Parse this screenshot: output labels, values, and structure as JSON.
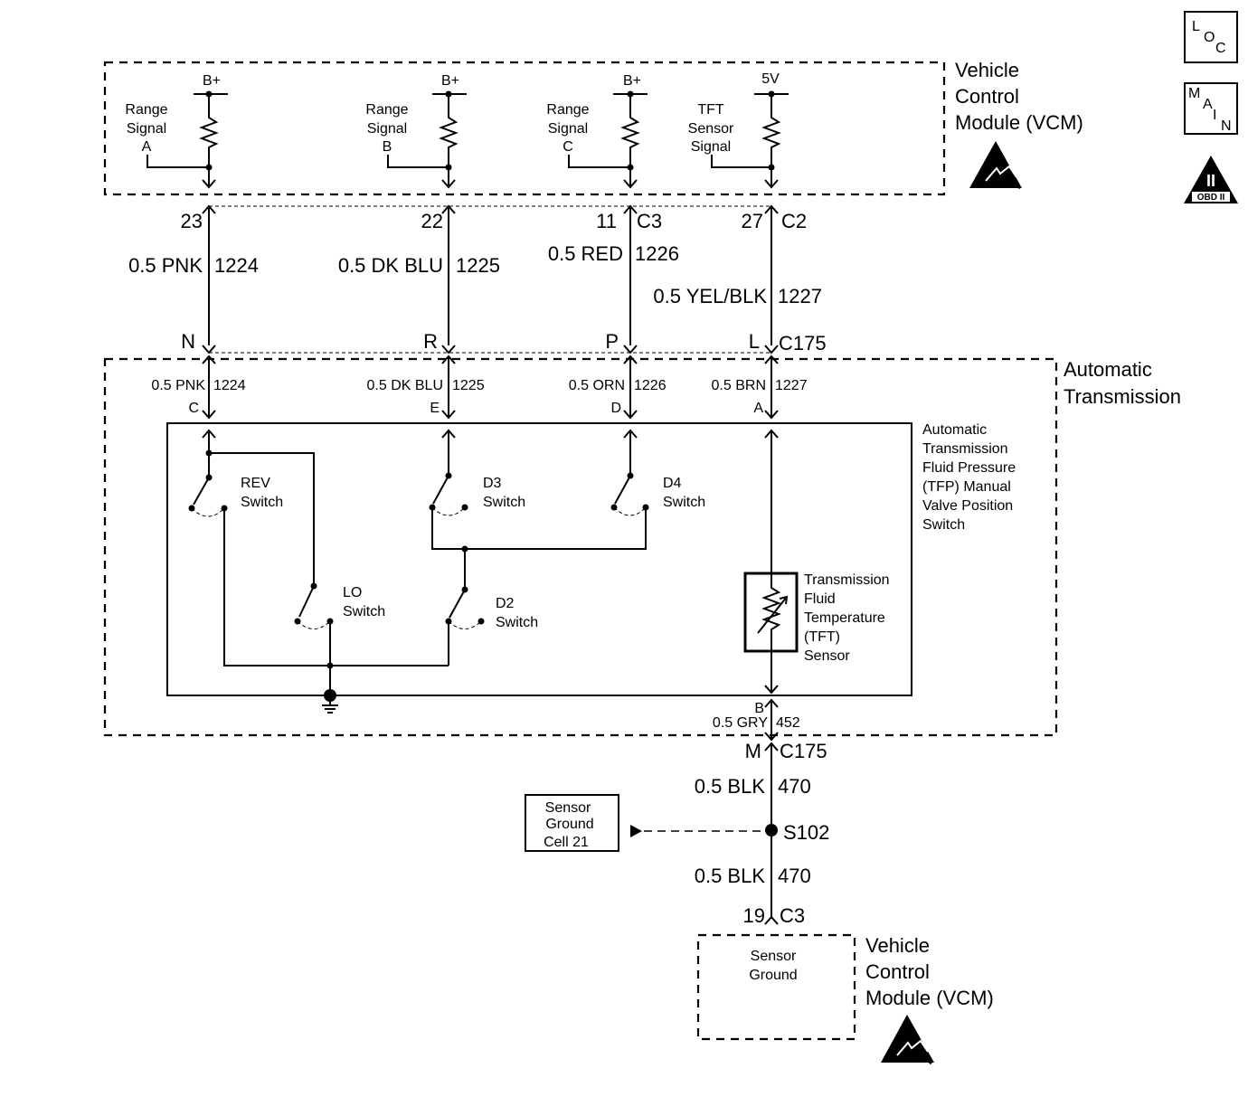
{
  "vcm_top": {
    "title": [
      "Vehicle",
      "Control",
      "Module (VCM)"
    ],
    "inputs": [
      {
        "label": [
          "Range",
          "Signal",
          "A"
        ],
        "supply": "B+"
      },
      {
        "label": [
          "Range",
          "Signal",
          "B"
        ],
        "supply": "B+"
      },
      {
        "label": [
          "Range",
          "Signal",
          "C"
        ],
        "supply": "B+"
      },
      {
        "label": [
          "TFT",
          "Sensor",
          "Signal"
        ],
        "supply": "5V"
      }
    ]
  },
  "vcm_connectors": [
    {
      "pin": "23",
      "connector": ""
    },
    {
      "pin": "22",
      "connector": ""
    },
    {
      "pin": "11",
      "connector": "C3"
    },
    {
      "pin": "27",
      "connector": "C2"
    }
  ],
  "harness_wires": [
    {
      "color": "0.5 PNK",
      "circuit": "1224"
    },
    {
      "color": "0.5 DK BLU",
      "circuit": "1225"
    },
    {
      "color": "0.5 RED",
      "circuit": "1226"
    },
    {
      "color": "0.5 YEL/BLK",
      "circuit": "1227"
    }
  ],
  "inline_connector": {
    "pins": [
      "N",
      "R",
      "P",
      "L"
    ],
    "name": "C175"
  },
  "transmission": {
    "title": [
      "Automatic",
      "Transmission"
    ],
    "wires": [
      {
        "color": "0.5 PNK",
        "circuit": "1224",
        "pin": "C"
      },
      {
        "color": "0.5 DK BLU",
        "circuit": "1225",
        "pin": "E"
      },
      {
        "color": "0.5 ORN",
        "circuit": "1226",
        "pin": "D"
      },
      {
        "color": "0.5 BRN",
        "circuit": "1227",
        "pin": "A"
      }
    ],
    "tfp_switch_label": [
      "Automatic",
      "Transmission",
      "Fluid Pressure",
      "(TFP) Manual",
      "Valve Position",
      "Switch"
    ],
    "switches": {
      "rev": [
        "REV",
        "Switch"
      ],
      "d3": [
        "D3",
        "Switch"
      ],
      "d4": [
        "D4",
        "Switch"
      ],
      "lo": [
        "LO",
        "Switch"
      ],
      "d2": [
        "D2",
        "Switch"
      ]
    },
    "tft_sensor_label": [
      "Transmission",
      "Fluid",
      "Temperature",
      "(TFT)",
      "Sensor"
    ],
    "ground_pin": "B",
    "ground_wire": {
      "color": "0.5 GRY",
      "circuit": "452"
    }
  },
  "ground_path": {
    "connector_pin": "M",
    "connector": "C175",
    "wire1": {
      "color": "0.5 BLK",
      "circuit": "470"
    },
    "splice": "S102",
    "wire2": {
      "color": "0.5 BLK",
      "circuit": "470"
    },
    "vcm_pin": "19",
    "vcm_connector": "C3",
    "reference_box": [
      "Sensor",
      "Ground",
      "Cell 21"
    ]
  },
  "vcm_bottom": {
    "title": [
      "Vehicle",
      "Control",
      "Module (VCM)"
    ],
    "inner_label": [
      "Sensor",
      "Ground"
    ]
  },
  "icons": {
    "loc": [
      "L",
      "O",
      "C"
    ],
    "main": [
      "M",
      "A",
      "I",
      "N"
    ],
    "obd": {
      "numeral": "II",
      "label": "OBD II"
    }
  }
}
